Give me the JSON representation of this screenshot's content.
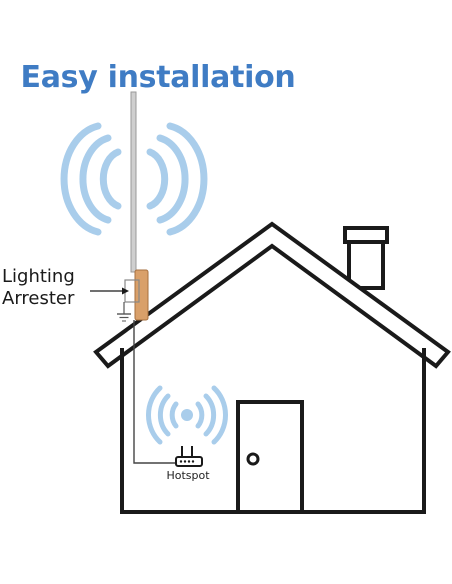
{
  "title": "Easy installation",
  "arrester_label": {
    "line1": "Lighting",
    "line2": "Arrester"
  },
  "hotspot_label": "Hotspot",
  "colors": {
    "title": "#3f7cc4",
    "signal_waves": "#a9cdeb",
    "outline": "#1a1a1a",
    "antenna": "#c8c8c8",
    "arrester": "#d9a06a"
  }
}
